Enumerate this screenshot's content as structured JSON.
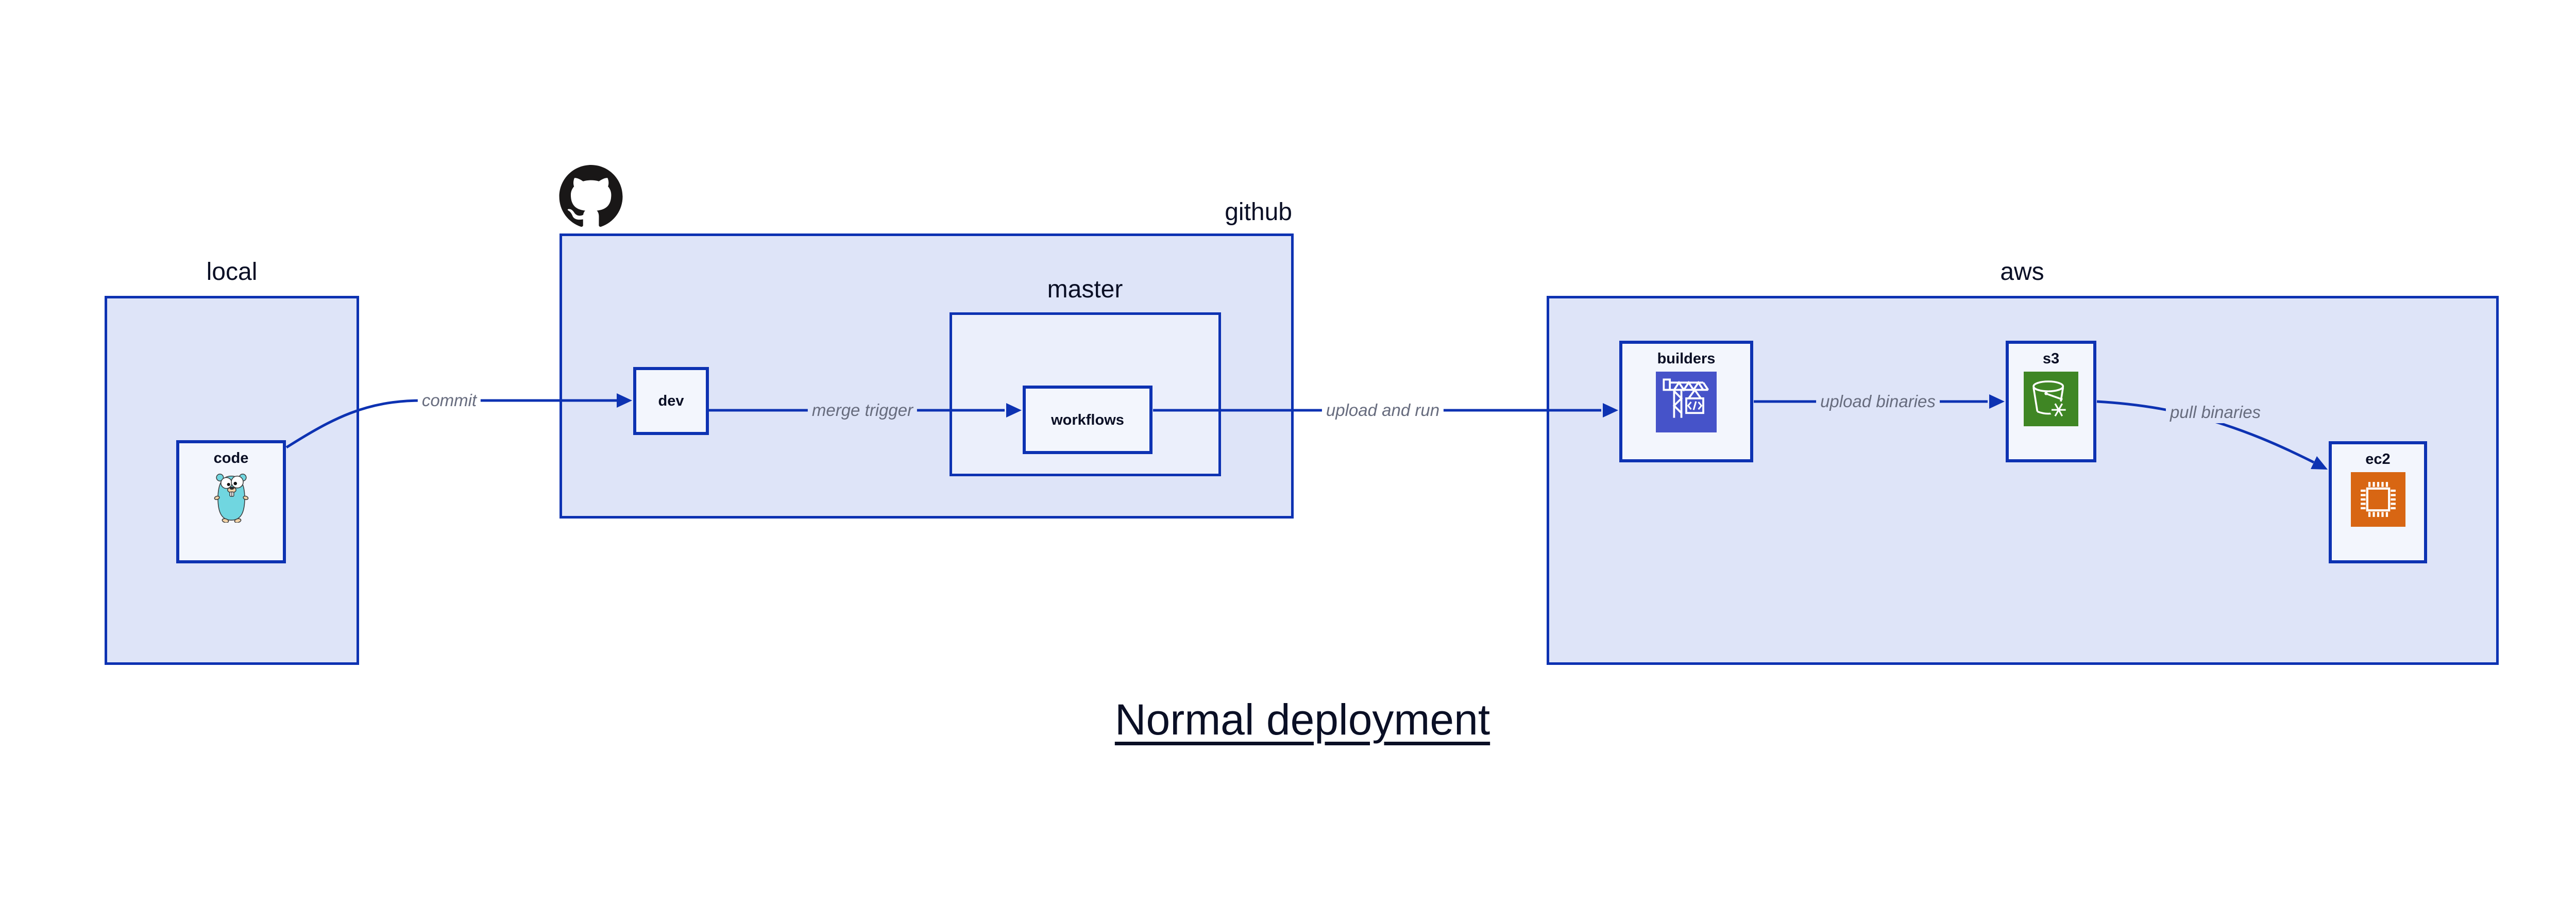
{
  "title": {
    "text": "Normal deployment"
  },
  "containers": {
    "local": {
      "label": "local"
    },
    "github": {
      "label": "github"
    },
    "master": {
      "label": "master"
    },
    "aws": {
      "label": "aws"
    }
  },
  "nodes": {
    "code": {
      "label": "code",
      "icon": "go-gopher-icon"
    },
    "dev": {
      "label": "dev"
    },
    "workflows": {
      "label": "workflows"
    },
    "builders": {
      "label": "builders",
      "icon": "codebuild-crane-icon"
    },
    "s3": {
      "label": "s3",
      "icon": "s3-bucket-icon"
    },
    "ec2": {
      "label": "ec2",
      "icon": "ec2-chip-icon"
    }
  },
  "edges": [
    {
      "from": "code",
      "to": "dev",
      "label": "commit"
    },
    {
      "from": "dev",
      "to": "workflows",
      "label": "merge trigger"
    },
    {
      "from": "workflows",
      "to": "builders",
      "label": "upload and run"
    },
    {
      "from": "builders",
      "to": "s3",
      "label": "upload binaries"
    },
    {
      "from": "s3",
      "to": "ec2",
      "label": "pull binaries"
    }
  ],
  "colors": {
    "stroke": "#0D32B2",
    "text": "#0A0F25",
    "edge_label": "#676C7E",
    "container_fill": "#DEE4F8",
    "nested_fill": "#EBEFFB",
    "node_fill": "#F3F6FD",
    "codebuild_bg": "#4653C9",
    "s3_bg": "#3F8624",
    "ec2_bg": "#D86613",
    "github_logo": "#191717",
    "gopher_body": "#70D6E0",
    "gopher_skin": "#F2D3A7"
  }
}
